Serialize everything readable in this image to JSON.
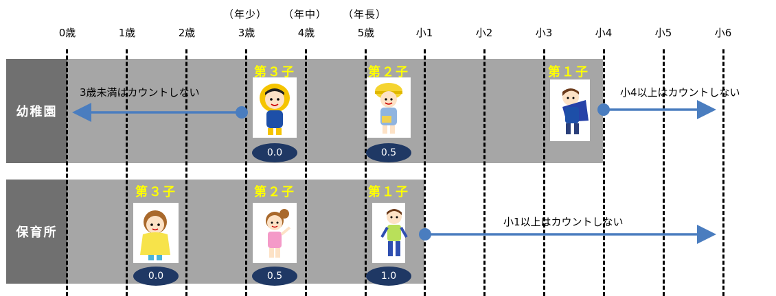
{
  "sub_labels": [
    "（年少）",
    "（年中）",
    "（年長）"
  ],
  "ages": [
    "0歳",
    "1歳",
    "2歳",
    "3歳",
    "4歳",
    "5歳",
    "小1",
    "小2",
    "小3",
    "小4",
    "小5",
    "小6"
  ],
  "rows": {
    "kindergarten": {
      "label": "幼稚園",
      "note": "3歳未満はカウントしない",
      "note_right": "小4以上はカウントしない",
      "children": [
        {
          "badge": "第３子",
          "value": "0.0"
        },
        {
          "badge": "第２子",
          "value": "0.5"
        },
        {
          "badge": "第１子"
        }
      ]
    },
    "nursery": {
      "label": "保育所",
      "note": "小1以上はカウントしない",
      "children": [
        {
          "badge": "第３子",
          "value": "0.0"
        },
        {
          "badge": "第２子",
          "value": "0.5"
        },
        {
          "badge": "第１子",
          "value": "1.0"
        }
      ]
    }
  },
  "colors": {
    "label_bg": "#707070",
    "band_bg": "#a6a6a6",
    "badge_text": "#ffff00",
    "pill_bg": "#1f3864",
    "arrow": "#4a7dbf"
  },
  "icons": [
    "child-yellow-raincoat-icon",
    "child-school-hat-icon",
    "boy-running-icon",
    "toddler-raincoat-icon",
    "girl-waving-icon",
    "boy-standing-icon"
  ]
}
